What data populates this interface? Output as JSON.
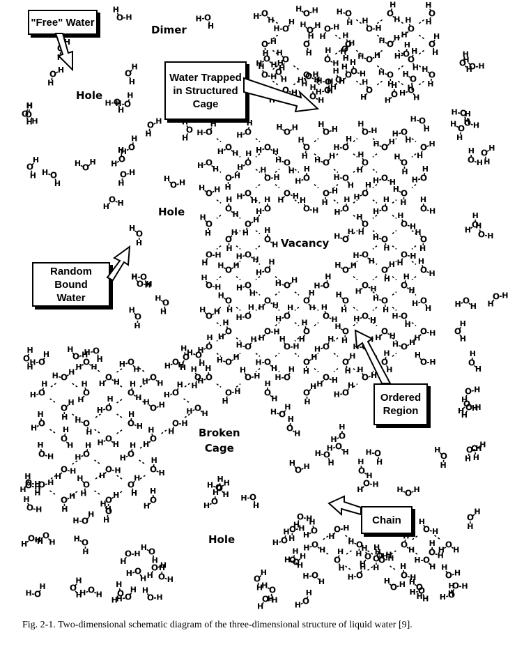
{
  "diagram": {
    "callouts": {
      "free_water": "\"Free\" Water",
      "water_trapped": [
        "Water Trapped",
        "in Structured",
        "Cage"
      ],
      "random_bound": [
        "Random Bound",
        "Water"
      ],
      "ordered_region": [
        "Ordered",
        "Region"
      ],
      "chain": "Chain"
    },
    "region_labels": {
      "dimer": "Dimer",
      "hole_top": "Hole",
      "hole_middle": "Hole",
      "vacancy": "Vacancy",
      "broken_cage": [
        "Broken",
        "Cage"
      ],
      "hole_bottom": "Hole"
    },
    "atoms": {
      "oxygen": "O",
      "hydrogen": "H"
    }
  },
  "caption": "Fig. 2-1. Two-dimensional schematic diagram of the three-dimensional structure of liquid water [9]."
}
